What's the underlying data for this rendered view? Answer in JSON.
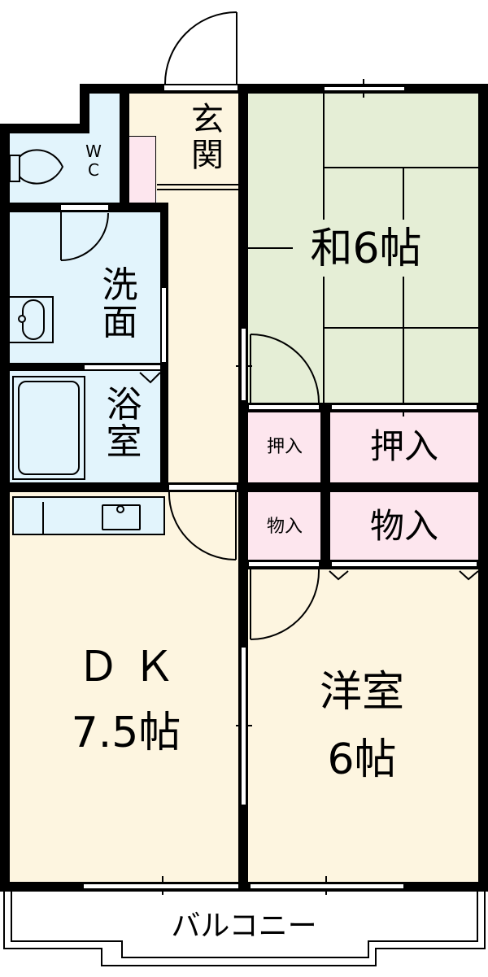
{
  "floor_plan": {
    "colors": {
      "wall": "#000000",
      "wet_area": "#e2f4fc",
      "floor_wood": "#fdf5e0",
      "tatami": "#e5eed6",
      "closet": "#fde6ee",
      "outside": "#ffffff"
    },
    "rooms": {
      "wc": {
        "label_line1": "W",
        "label_line2": "C"
      },
      "genkan": {
        "label_line1": "玄",
        "label_line2": "関"
      },
      "washroom": {
        "label_line1": "洗",
        "label_line2": "面"
      },
      "bathroom": {
        "label_line1": "浴",
        "label_line2": "室"
      },
      "washitsu": {
        "label": "和6帖"
      },
      "oshiire_small": {
        "label": "押入"
      },
      "oshiire_large": {
        "label": "押入"
      },
      "monoire_small": {
        "label": "物入"
      },
      "monoire_large": {
        "label": "物入"
      },
      "dk": {
        "label_line1": "Ｄ Ｋ",
        "label_line2": "7.5帖"
      },
      "yoshitsu": {
        "label_line1": "洋室",
        "label_line2": "6帖"
      },
      "balcony": {
        "label": "バルコニー"
      }
    }
  }
}
